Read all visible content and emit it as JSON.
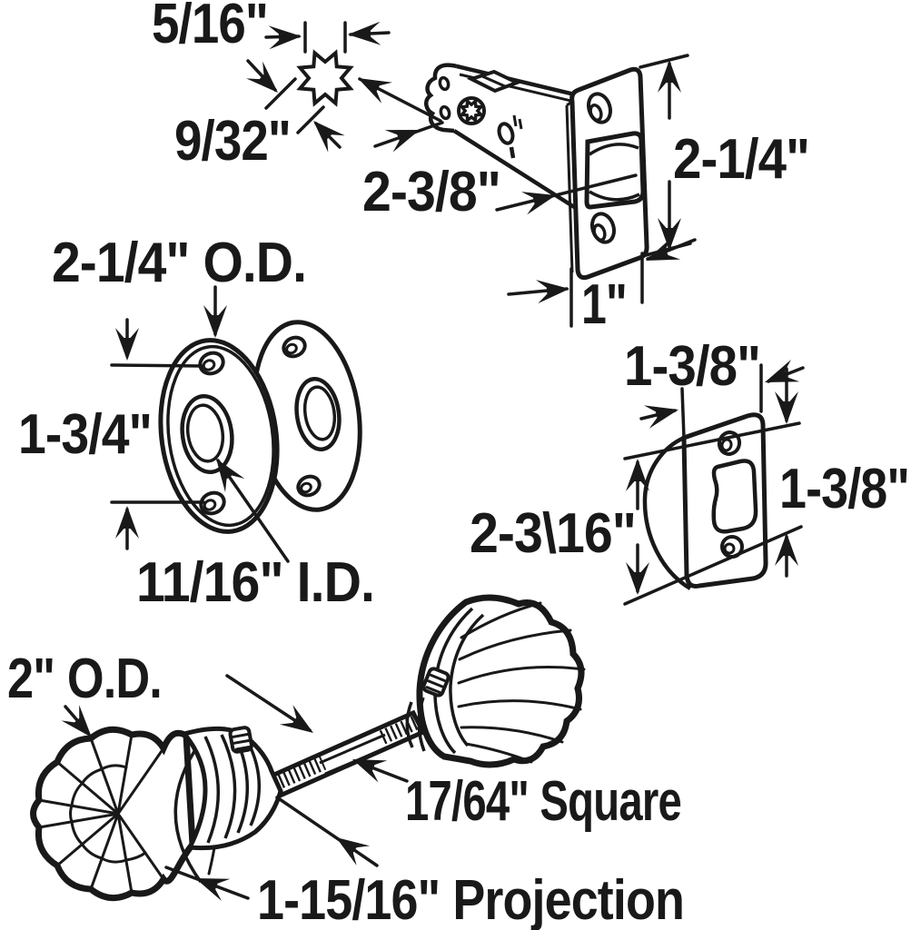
{
  "diagram": {
    "colors": {
      "ink": "#191919",
      "background": "#ffffff"
    },
    "labels": {
      "spindle_width": "5/16\"",
      "spindle_flats": "9/32\"",
      "latch_backset": "2-3/8\"",
      "faceplate_height": "2-1/4\"",
      "faceplate_width": "1\"",
      "rosette_od": "2-1/4\" O.D.",
      "rosette_hole_spacing": "1-3/4\"",
      "rosette_id": "11/16\" I.D.",
      "strike_width": "1-3/8\"",
      "strike_height": "1-3/8\"",
      "strike_length": "2-3\\16\"",
      "knob_od": "2\" O.D.",
      "spindle_square": "17/64\" Square",
      "knob_projection": "1-15/16\" Projection"
    }
  }
}
